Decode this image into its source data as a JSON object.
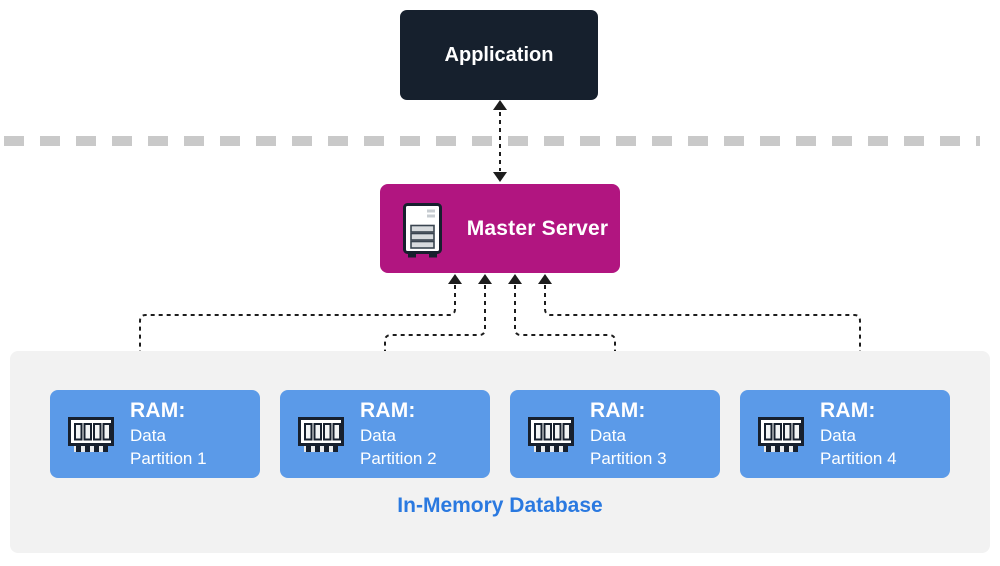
{
  "app": {
    "label": "Application"
  },
  "master": {
    "label": "Master Server",
    "icon": "server-tower-icon"
  },
  "memory_panel": {
    "label": "In-Memory Database",
    "partitions": [
      {
        "heading": "RAM:",
        "line1": "Data",
        "line2": "Partition 1",
        "icon": "ram-stick-icon"
      },
      {
        "heading": "RAM:",
        "line1": "Data",
        "line2": "Partition 2",
        "icon": "ram-stick-icon"
      },
      {
        "heading": "RAM:",
        "line1": "Data",
        "line2": "Partition 3",
        "icon": "ram-stick-icon"
      },
      {
        "heading": "RAM:",
        "line1": "Data",
        "line2": "Partition 4",
        "icon": "ram-stick-icon"
      }
    ]
  },
  "colors": {
    "application_box": "#16202d",
    "master_box": "#b11580",
    "partition_box": "#5b9ae8",
    "panel_background": "#f2f2f2",
    "divider_dash": "#c9c9c9",
    "arrow": "#1d1d1d",
    "icon_outline": "#17202e",
    "database_label_text": "#2a79e0",
    "node_text": "#ffffff"
  }
}
